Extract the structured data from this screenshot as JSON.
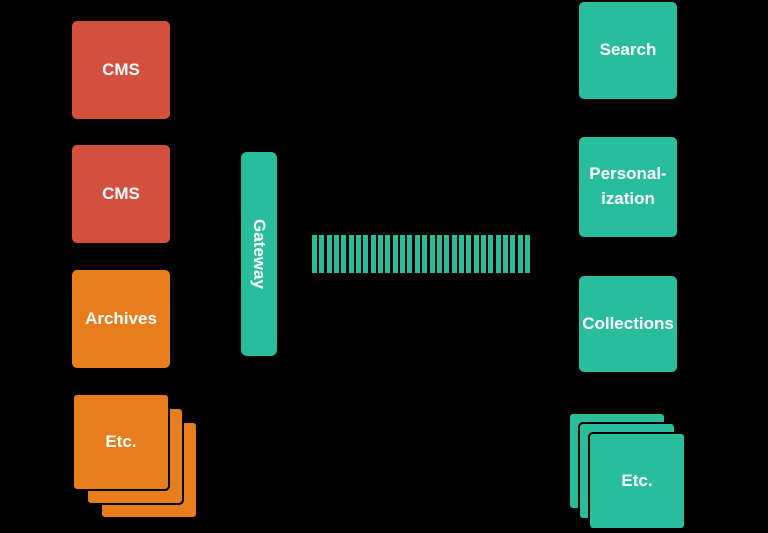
{
  "diagram": {
    "background": "#000000",
    "colors": {
      "red": "#d2503e",
      "orange": "#e87d1e",
      "teal": "#2abd9c",
      "text": "#ffffff"
    },
    "sources": {
      "items": [
        {
          "label": "CMS"
        },
        {
          "label": "CMS"
        },
        {
          "label": "Archives"
        },
        {
          "label": "Etc."
        }
      ]
    },
    "gateway": {
      "label": "Gateway"
    },
    "connector": {
      "type": "striped-bar",
      "stripe_count": 30
    },
    "services": {
      "items": [
        {
          "label": "Search"
        },
        {
          "label": "Personal-\nization"
        },
        {
          "label": "Collections"
        },
        {
          "label": "Etc."
        }
      ]
    }
  }
}
